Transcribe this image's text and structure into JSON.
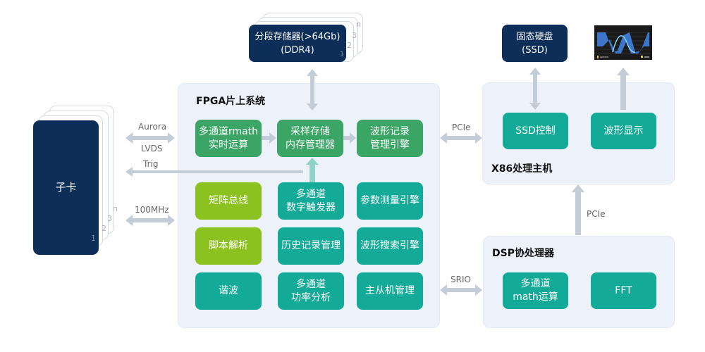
{
  "colors": {
    "panel_bg": "#edf2fa",
    "green_block": "#3aa564",
    "teal_block": "#13aa98",
    "lime_block": "#8cc21f",
    "navy_block": "#0d2e59",
    "arrow_gray": "#c4ccd8",
    "arrow_teal": "#8fd3cb"
  },
  "daughter_card": {
    "label": "子卡",
    "stack_numbers": [
      "1",
      "2",
      "3",
      "n"
    ]
  },
  "memory": {
    "label": "分段存储器(>64Gb)\n(DDR4)",
    "stack_numbers": [
      "1",
      "2",
      "3",
      "n"
    ]
  },
  "links": {
    "aurora": "Aurora",
    "lvds": "LVDS",
    "trig": "Trig",
    "clock": "100MHz",
    "pcie_fpga_x86": "PCIe",
    "pcie_dsp_x86": "PCIe",
    "srio": "SRIO"
  },
  "fpga": {
    "title": "FPGA片上系统",
    "row1": [
      "多通道rmath\n实时运算",
      "采样存储\n内存管理器",
      "波形记录\n管理引擎"
    ],
    "grid": [
      [
        "矩阵总线",
        "多通道\n数字触发器",
        "参数测量引擎"
      ],
      [
        "脚本解析",
        "历史记录管理",
        "波形搜索引擎"
      ],
      [
        "谐波",
        "多通道\n功率分析",
        "主从机管理"
      ]
    ]
  },
  "x86": {
    "title": "X86处理主机",
    "blocks": [
      "SSD控制",
      "波形显示"
    ],
    "ssd": "固态硬盘\n(SSD)",
    "display_icon": "waveform-screen-icon"
  },
  "dsp": {
    "title": "DSP协处理器",
    "blocks": [
      "多通道\nmath运算",
      "FFT"
    ]
  }
}
